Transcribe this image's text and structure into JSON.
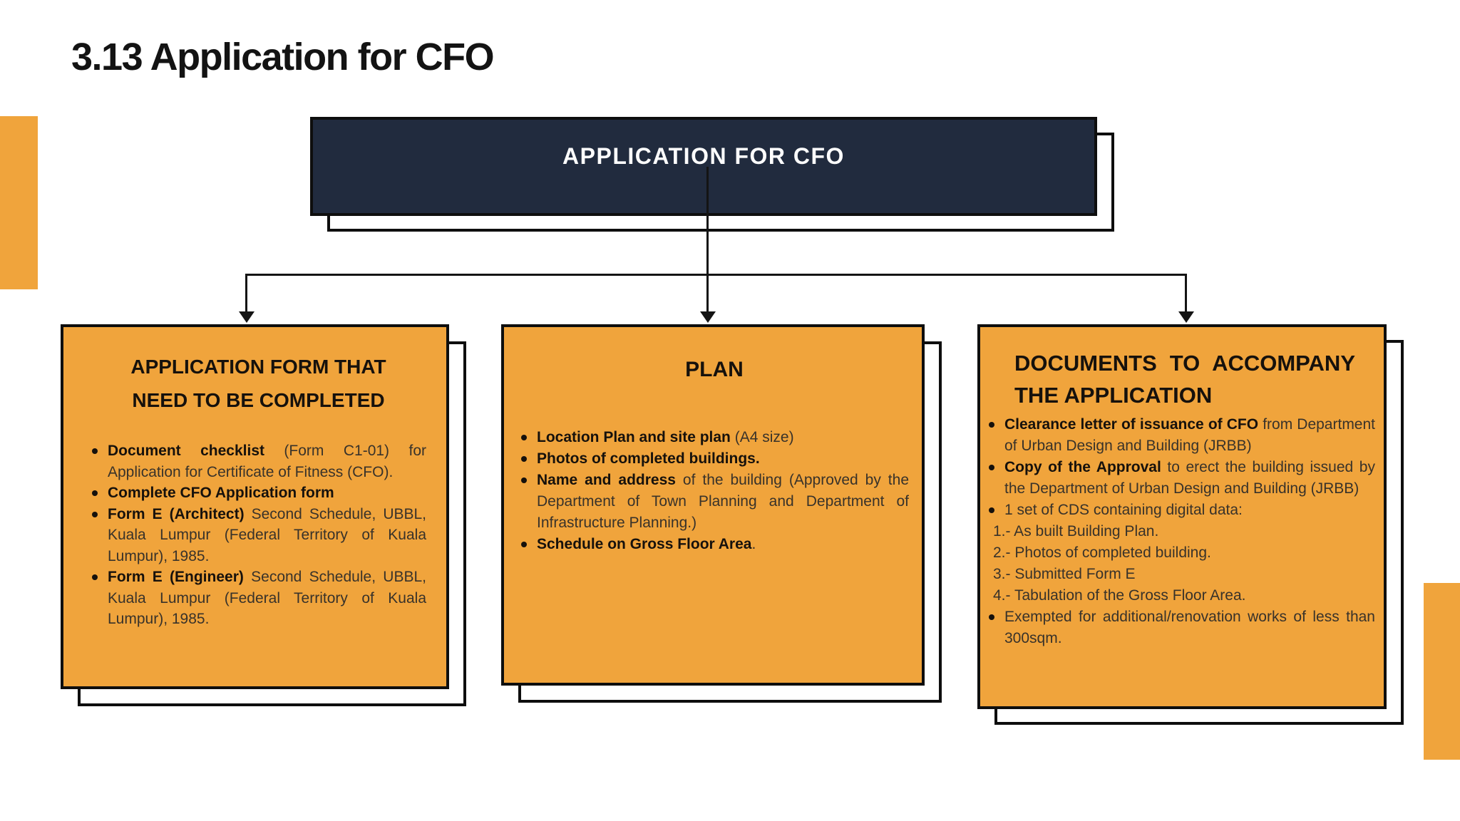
{
  "page": {
    "title": "3.13 Application for CFO"
  },
  "root": {
    "label": "APPLICATION FOR CFO"
  },
  "boxes": [
    {
      "title": "APPLICATION FORM THAT NEED TO BE COMPLETED",
      "items": [
        {
          "bold": "Document checklist",
          "text": " (Form C1-01) for Application for Certificate of Fitness (CFO)."
        },
        {
          "bold": "Complete CFO Application form",
          "text": ""
        },
        {
          "bold": "Form E (Architect)",
          "text": " Second Schedule, UBBL, Kuala Lumpur (Federal Territory of Kuala Lumpur), 1985."
        },
        {
          "bold": "Form E (Engineer)",
          "text": " Second Schedule, UBBL, Kuala Lumpur (Federal Territory of Kuala Lumpur), 1985."
        }
      ]
    },
    {
      "title": "PLAN",
      "items": [
        {
          "bold": "Location Plan and site plan",
          "text": " (A4 size)"
        },
        {
          "bold": "Photos of completed buildings.",
          "text": ""
        },
        {
          "bold": "Name and address",
          "text": " of the building (Approved by the Department of Town Planning and Department of Infrastructure Planning.)"
        },
        {
          "bold": "Schedule on Gross Floor Area",
          "text": "."
        }
      ]
    },
    {
      "title": "DOCUMENTS TO ACCOMPANY THE APPLICATION",
      "items": [
        {
          "bold": "Clearance letter of issuance of CFO",
          "text": " from Department of Urban Design and Building (JRBB)"
        },
        {
          "bold": "Copy of the Approval",
          "text": " to erect the building issued by the Department of Urban Design and Building (JRBB)"
        },
        {
          "bold": "",
          "text": "1 set of CDS containing digital data:"
        },
        {
          "plain": true,
          "bold": "",
          "text": "1.- As built Building Plan."
        },
        {
          "plain": true,
          "bold": "",
          "text": "2.- Photos of completed building."
        },
        {
          "plain": true,
          "bold": "",
          "text": "3.- Submitted Form E"
        },
        {
          "plain": true,
          "bold": "",
          "text": "4.- Tabulation of the Gross Floor Area."
        },
        {
          "bold": "",
          "text": "Exempted for additional/renovation works of less than 300sqm."
        }
      ]
    }
  ],
  "colors": {
    "orange": "#F0A43C",
    "navy": "#212B3E",
    "text": "#38322A",
    "bold_text": "#16110C",
    "line": "#141414"
  }
}
